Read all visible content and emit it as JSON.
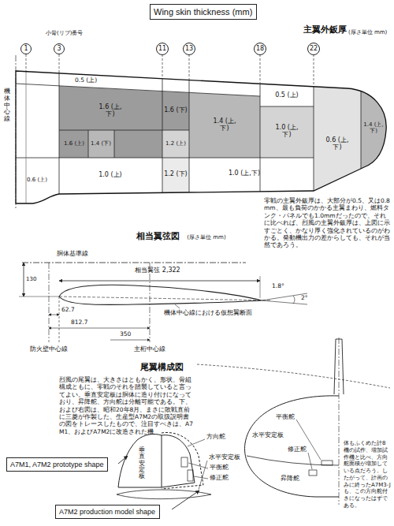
{
  "diagram": {
    "nodes": [
      {
        "text": [
          "Wing skin thickness (mm)"
        ]
      },
      {
        "text": [
          "1"
        ]
      },
      {
        "text": [
          "3"
        ]
      },
      {
        "text": [
          "11"
        ]
      },
      {
        "text": [
          "13"
        ]
      },
      {
        "text": [
          "18"
        ]
      },
      {
        "text": [
          "22"
        ]
      },
      {
        "text": [
          "A7M1, A7M2 prototype shape"
        ]
      },
      {
        "text": [
          "A7M2 production model shape"
        ]
      }
    ],
    "labels": [
      "主翼外鈑厚",
      "(厚さ単位 mm)",
      "小骨(リブ)番号",
      "機体中心線",
      "0.5 (上)",
      "1.6 (上,下)",
      "1.6 (下)",
      "1.4 (上,下)",
      "0.5 (上)",
      "1.0 (上,下)",
      "0.6 (上,下)",
      "1.4 (上,下)",
      "1.6 (上)",
      "1.4 (下)",
      "1.2 (上)",
      "1.2 (下)",
      "1.0 (上,下)",
      "1.0 (上)",
      "0.6 (上)",
      "零戦の主翼外鈑厚は、大部分が0.5、又は0.8mm、最も負荷のかかる主翼まわり、燃料タンク・パネルでも1.0mmだったので、それに比べれば、烈風の主翼外鈑厚は、上図に示すごとく、かなり厚く強化されているのがわかる。発動機出力の差からしても、それが当然であろう。",
      "相当翼弦図",
      "(厚さ単位 mm)",
      "胴体基準線",
      "130",
      "相当翼弦 2,322",
      "1.8°",
      "2°",
      "62.7",
      "812.7",
      "350",
      "防火壁中心線",
      "主桁中心線",
      "機体中心線における仮想翼断面",
      "尾翼構成図",
      "烈風の尾翼は、大きさはともかく、形状、骨組構成ともに、零戦のそれを踏襲していると言ってよい。垂直安定板は胴体に造り付けになっており、昇降舵、方向舵は分離可能である。下、および右図は、昭和20年8月、まさに敗戦直前に三菱が作製した、生産型A7M2の取扱説明書の図をトレースしたもので、注目すべきは、A7M1、およびA7M2に改造された機",
      "垂直安定板",
      "方向舵",
      "水平安定板",
      "平衡舵",
      "修正舵",
      "平衡舵",
      "修正舵",
      "昇降舵",
      "水平安定板",
      "体もふくめた計8機の試作、増加試作機と比べ、方向舵面積が増加している点だろう。したがって、計画のみに終ったA7M3-Jも、この方向舵付きになったはずである。"
    ]
  }
}
